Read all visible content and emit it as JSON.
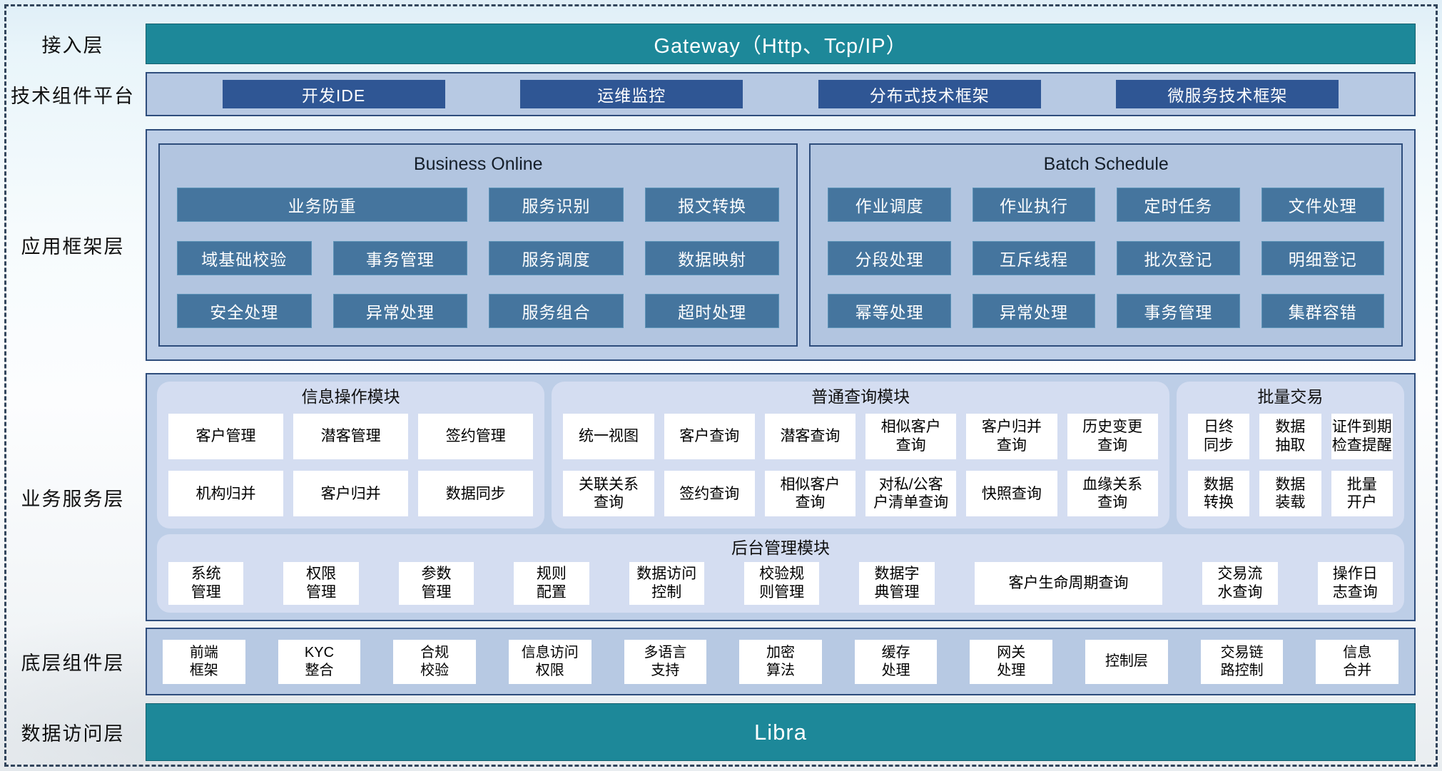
{
  "colors": {
    "teal": "#1d8899",
    "dark_blue_button": "#2f5694",
    "steel_blue_button": "#45759e",
    "container_blue": "#b7c9e3",
    "soft_panel_blue": "#d4ddf1",
    "border_navy": "#2e4d7c"
  },
  "access": {
    "label": "接入层",
    "gateway": "Gateway（Http、Tcp/IP）"
  },
  "tech": {
    "label": "技术组件平台",
    "items": [
      "开发IDE",
      "运维监控",
      "分布式技术框架",
      "微服务技术框架"
    ]
  },
  "appframe": {
    "label": "应用框架层",
    "business_online": {
      "title": "Business Online",
      "row1_wide": "业务防重",
      "row1": [
        "服务识别",
        "报文转换"
      ],
      "row2": [
        "域基础校验",
        "事务管理",
        "服务调度",
        "数据映射"
      ],
      "row3": [
        "安全处理",
        "异常处理",
        "服务组合",
        "超时处理"
      ]
    },
    "batch_schedule": {
      "title": "Batch Schedule",
      "row1": [
        "作业调度",
        "作业执行",
        "定时任务",
        "文件处理"
      ],
      "row2": [
        "分段处理",
        "互斥线程",
        "批次登记",
        "明细登记"
      ],
      "row3": [
        "幂等处理",
        "异常处理",
        "事务管理",
        "集群容错"
      ]
    }
  },
  "service": {
    "label": "业务服务层",
    "info_ops": {
      "title": "信息操作模块",
      "row1": [
        "客户管理",
        "潜客管理",
        "签约管理"
      ],
      "row2": [
        "机构归并",
        "客户归并",
        "数据同步"
      ]
    },
    "query": {
      "title": "普通查询模块",
      "row1": [
        "统一视图",
        "客户查询",
        "潜客查询",
        "相似客户\n查询",
        "客户归并\n查询",
        "历史变更\n查询"
      ],
      "row2": [
        "关联关系\n查询",
        "签约查询",
        "相似客户\n查询",
        "对私/公客\n户清单查询",
        "快照查询",
        "血缘关系\n查询"
      ]
    },
    "batch_tx": {
      "title": "批量交易",
      "row1": [
        "日终\n同步",
        "数据\n抽取",
        "证件到期\n检查提醒"
      ],
      "row2": [
        "数据\n转换",
        "数据\n装载",
        "批量\n开户"
      ]
    },
    "admin": {
      "title": "后台管理模块",
      "items": [
        "系统\n管理",
        "权限\n管理",
        "参数\n管理",
        "规则\n配置",
        "数据访问\n控制",
        "校验规\n则管理",
        "数据字\n典管理",
        "客户生命周期查询",
        "交易流\n水查询",
        "操作日\n志查询"
      ]
    }
  },
  "base": {
    "label": "底层组件层",
    "items": [
      "前端\n框架",
      "KYC\n整合",
      "合规\n校验",
      "信息访问\n权限",
      "多语言\n支持",
      "加密\n算法",
      "缓存\n处理",
      "网关\n处理",
      "控制层",
      "交易链\n路控制",
      "信息\n合并"
    ]
  },
  "data_access": {
    "label": "数据访问层",
    "bar": "Libra"
  }
}
